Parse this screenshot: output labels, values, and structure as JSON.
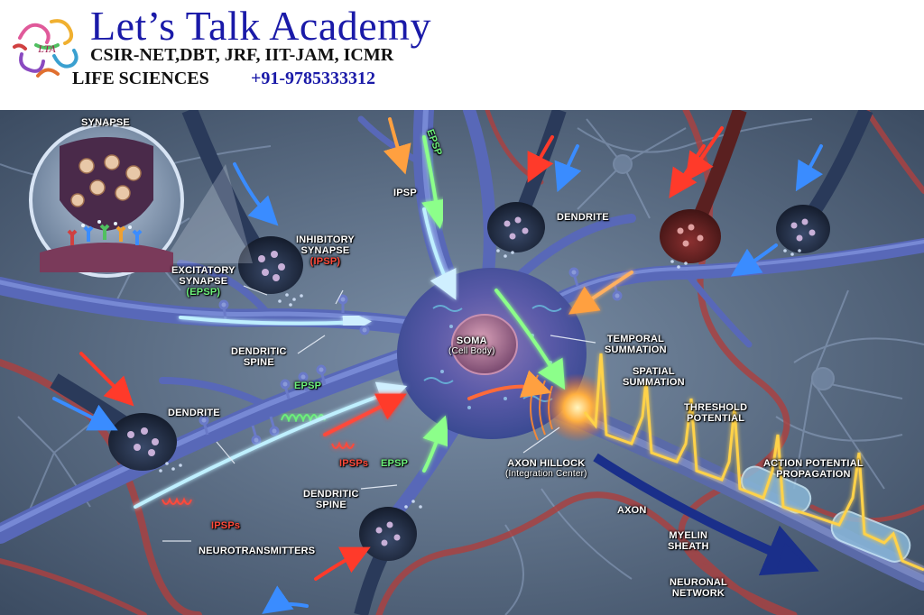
{
  "header": {
    "logo_text": "LTA",
    "title": "Let’s Talk Academy",
    "exams": "CSIR-NET,DBT, JRF, IIT-JAM, ICMR",
    "subject": "LIFE SCIENCES",
    "phone": "+91-9785333312"
  },
  "labels": {
    "synapse": "SYNAPSE",
    "epsp_top": "EPSP",
    "ipsp_top": "IPSP",
    "dendrite_top": "DENDRITE",
    "inhibitory_synapse": "INHIBITORY",
    "inhibitory_synapse_2": "SYNAPSE",
    "inhibitory_ipsp": "(IPSP)",
    "excitatory_synapse": "EXCITATORY",
    "excitatory_synapse_2": "SYNAPSE",
    "excitatory_epsp": "(EPSP)",
    "dendritic_spine_1": "DENDRITIC",
    "dendritic_spine_1b": "SPINE",
    "soma": "SOMA",
    "soma_sub": "(Cell Body)",
    "temporal_summation": "TEMPORAL",
    "temporal_summation_2": "SUMMATION",
    "spatial_summation": "SPATIAL",
    "spatial_summation_2": "SUMMATION",
    "epsp_mid": "EPSP",
    "dendrite_left": "DENDRITE",
    "threshold_potential": "THRESHOLD",
    "threshold_potential_2": "POTENTIAL",
    "ipsps_mid": "IPSPs",
    "epsp_low": "EPSP",
    "axon_hillock": "AXON HILLOCK",
    "axon_hillock_sub": "(Integration Center)",
    "action_potential": "ACTION POTENTIAL",
    "action_potential_2": "PROPAGATION",
    "dendritic_spine_2": "DENDRITIC",
    "dendritic_spine_2b": "SPINE",
    "ipsps_low": "IPSPs",
    "axon": "AXON",
    "myelin_sheath": "MYELIN",
    "myelin_sheath_2": "SHEATH",
    "neurotransmitters": "NEUROTRANSMITTERS",
    "neuronal_network": "NEURONAL",
    "neuronal_network_2": "NETWORK"
  },
  "colors": {
    "brand_blue": "#1a1aa8",
    "background": "#5a6f86",
    "neuron": "#4a5aa6",
    "excitatory": "#6cf07a",
    "inhibitory": "#ff4a3a",
    "action_potential": "#ffd24a",
    "axon_arrow": "#1a2f8a"
  }
}
